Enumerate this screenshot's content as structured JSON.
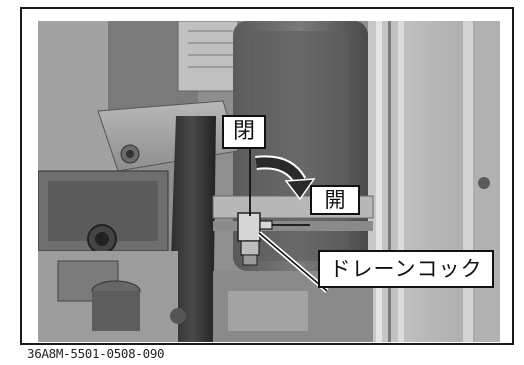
{
  "figure": {
    "labels": {
      "close": "閉",
      "open": "開",
      "drain_cock": "ドレーンコック"
    },
    "figure_code": "36A8M-5501-0508-090"
  },
  "colors": {
    "frame": "#1a1a1a",
    "illustration_base": "#9a9a9a",
    "dark_metal": "#3c3c3c",
    "arrow": "#2a2a2a",
    "callout_bg": "#ffffff"
  },
  "icons": {
    "rotation_arrow": "curved-arrow-right-icon"
  }
}
